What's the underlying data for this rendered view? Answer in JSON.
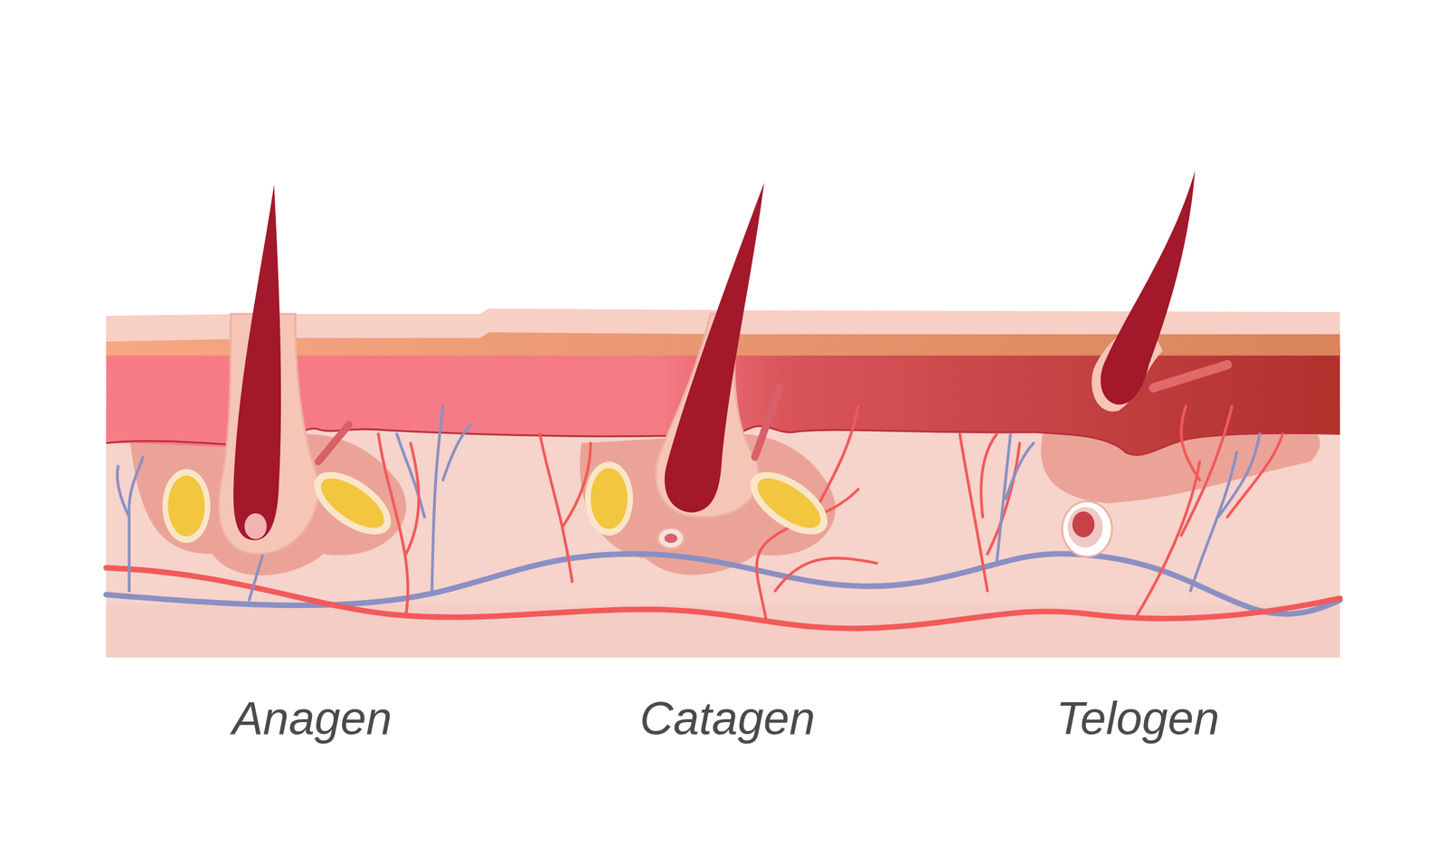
{
  "diagram": {
    "labels": [
      "Anagen",
      "Catagen",
      "Telogen"
    ]
  }
}
